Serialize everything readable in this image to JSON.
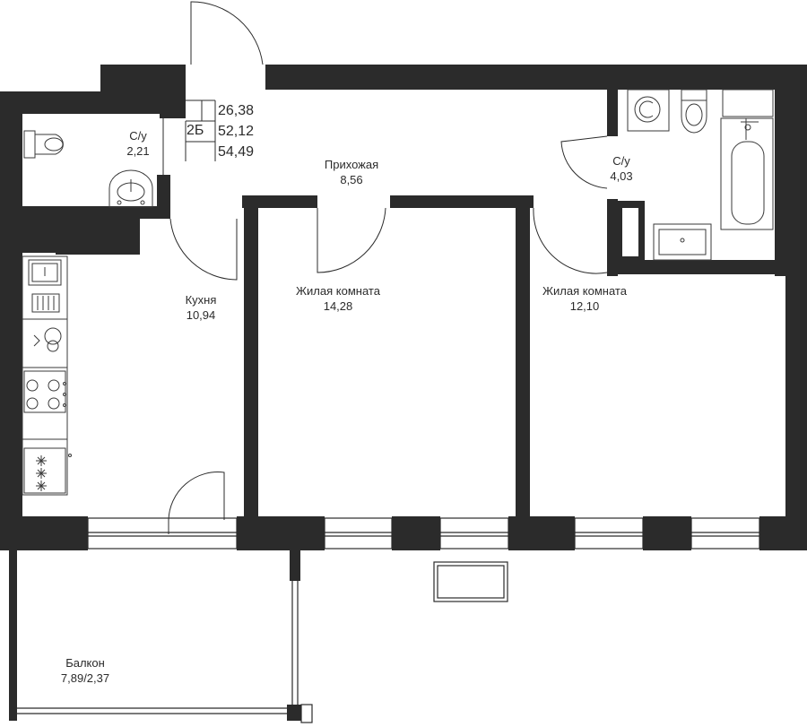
{
  "apartment": {
    "type": "2Б",
    "area_living": "26,38",
    "area_total": "52,12",
    "area_with_balcony": "54,49"
  },
  "rooms": {
    "bathroom1": {
      "name": "С/у",
      "area": "2,21"
    },
    "hall": {
      "name": "Прихожая",
      "area": "8,56"
    },
    "bathroom2": {
      "name": "С/у",
      "area": "4,03"
    },
    "kitchen": {
      "name": "Кухня",
      "area": "10,94"
    },
    "living1": {
      "name": "Жилая комната",
      "area": "14,28"
    },
    "living2": {
      "name": "Жилая комната",
      "area": "12,10"
    },
    "balcony": {
      "name": "Балкон",
      "area": "7,89/2,37"
    }
  },
  "colors": {
    "wall": "#2b2b2b",
    "fixture": "#3a3a3a",
    "background": "#ffffff"
  }
}
